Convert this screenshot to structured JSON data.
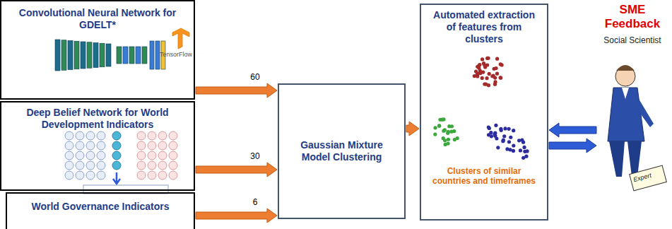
{
  "diagram": {
    "nodes": [
      {
        "text": [
          "Convolutional Neural Network for GDELT*"
        ]
      },
      {
        "text": [
          "Deep Belief Network for World Development Indicators"
        ]
      },
      {
        "text": [
          "World Governance Indicators"
        ]
      },
      {
        "text": [
          "Gaussian Mixture Model Clustering"
        ]
      },
      {
        "text": [
          "Automated extraction of features from clusters",
          "Clusters of similar countries and timeframes"
        ]
      },
      {
        "text": [
          "SME Feedback",
          "Social Scientist"
        ]
      }
    ],
    "edges": [
      {
        "from": 0,
        "to": 3,
        "arrow": "to",
        "label": "60"
      },
      {
        "from": 1,
        "to": 3,
        "arrow": "to",
        "label": "30"
      },
      {
        "from": 2,
        "to": 3,
        "arrow": "to",
        "label": "6"
      },
      {
        "from": 3,
        "to": 4,
        "arrow": "to"
      },
      {
        "from": 5,
        "to": 4,
        "arrow": "to"
      },
      {
        "from": 4,
        "to": 5,
        "arrow": "to"
      }
    ],
    "labels": [
      "TensorFlow",
      "Expert"
    ]
  }
}
